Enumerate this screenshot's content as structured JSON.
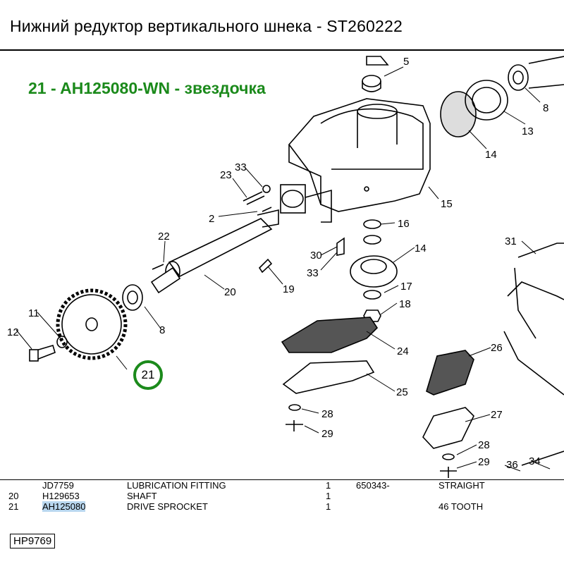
{
  "header": {
    "title": "Нижний редуктор вертикального шнека - ST260222",
    "subtitle": "21 - AH125080-WN - звездочка"
  },
  "diagram": {
    "highlighted_callout": "21",
    "callouts": [
      "5",
      "8",
      "13",
      "14",
      "15",
      "33",
      "23",
      "2",
      "16",
      "30",
      "33",
      "14",
      "22",
      "20",
      "19",
      "17",
      "18",
      "11",
      "12",
      "8",
      "24",
      "26",
      "31",
      "25",
      "27",
      "28",
      "29",
      "28",
      "29",
      "36",
      "34"
    ]
  },
  "parts_table": {
    "rows": [
      {
        "item": "",
        "part": "JD7759",
        "description": "LUBRICATION FITTING",
        "qty": "1",
        "serial": "650343-",
        "remark": "STRAIGHT"
      },
      {
        "item": "20",
        "part": "H129653",
        "description": "SHAFT",
        "qty": "1",
        "serial": "",
        "remark": ""
      },
      {
        "item": "21",
        "part": "AH125080",
        "description": "DRIVE SPROCKET",
        "qty": "1",
        "serial": "",
        "remark": "46 TOOTH"
      }
    ]
  },
  "footer": {
    "code": "HP9769"
  },
  "colors": {
    "accent": "#1b8a1b",
    "highlight": "#b9d7ef"
  }
}
